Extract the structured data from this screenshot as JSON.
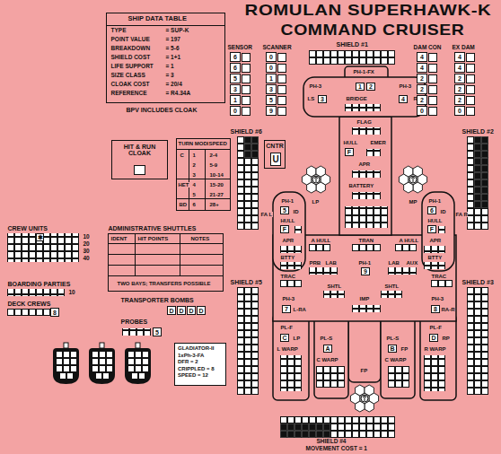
{
  "diagram": {
    "nodes": [
      {
        "text": [
          "HIT & RUN CLOAK"
        ]
      },
      {
        "text": [
          "CNTR"
        ]
      },
      {
        "text": [
          "U"
        ],
        "in": 1
      },
      {
        "text": [
          "6"
        ]
      },
      {
        "text": [
          "6"
        ]
      },
      {
        "text": [
          "5"
        ]
      },
      {
        "text": [
          "3"
        ]
      },
      {
        "text": [
          "1"
        ]
      },
      {
        "text": [
          "0"
        ]
      },
      {
        "text": [
          "0"
        ]
      },
      {
        "text": [
          "0"
        ]
      },
      {
        "text": [
          "1"
        ]
      },
      {
        "text": [
          "3"
        ]
      },
      {
        "text": [
          "5"
        ]
      },
      {
        "text": [
          "9"
        ]
      },
      {
        "text": [
          "4"
        ]
      },
      {
        "text": [
          "4"
        ]
      },
      {
        "text": [
          "2"
        ]
      },
      {
        "text": [
          "2"
        ]
      },
      {
        "text": [
          "2"
        ]
      },
      {
        "text": [
          "0"
        ]
      },
      {
        "text": [
          "4"
        ]
      },
      {
        "text": [
          "4"
        ]
      },
      {
        "text": [
          "2"
        ]
      },
      {
        "text": [
          "2"
        ]
      },
      {
        "text": [
          "2"
        ]
      },
      {
        "text": [
          "0"
        ]
      },
      {
        "text": [
          "✱"
        ]
      },
      {
        "text": [
          "8"
        ]
      },
      {
        "text": [
          "D"
        ]
      },
      {
        "text": [
          "D"
        ]
      },
      {
        "text": [
          "D"
        ]
      },
      {
        "text": [
          "D"
        ]
      },
      {
        "text": [
          "5"
        ]
      },
      {
        "text": [
          "GLADIATOR-II",
          "1xPh-3-FA",
          "DFR = 2",
          "CRIPPLED = 8",
          "SPEED = 12"
        ]
      },
      {
        "text": [
          "1"
        ]
      },
      {
        "text": [
          "2"
        ]
      },
      {
        "text": [
          "3"
        ]
      },
      {
        "text": [
          "4"
        ]
      },
      {
        "text": [
          "F"
        ]
      },
      {
        "text": [
          "5"
        ]
      },
      {
        "text": [
          "6"
        ]
      },
      {
        "text": [
          "F"
        ]
      },
      {
        "text": [
          "F"
        ]
      },
      {
        "text": [
          "9"
        ]
      },
      {
        "text": [
          "7"
        ]
      },
      {
        "text": [
          "8"
        ]
      },
      {
        "text": [
          "C"
        ]
      },
      {
        "text": [
          "D"
        ]
      },
      {
        "text": [
          "A"
        ]
      },
      {
        "text": [
          "B"
        ]
      }
    ],
    "labels": [
      "ROMULAN SUPERHAWK-K",
      "COMMAND CRUISER",
      "SHIP DATA TABLE",
      "TYPE",
      "= SUP-K",
      "POINT VALUE",
      "= 197",
      "BREAKDOWN",
      "= 5-6",
      "SHIELD COST",
      "= 1+1",
      "LIFE SUPPORT",
      "= 1",
      "SIZE CLASS",
      "= 3",
      "CLOAK COST",
      "= 20/4",
      "REFERENCE",
      "= R4.34A",
      "BPV INCLUDES CLOAK",
      "SENSOR",
      "SCANNER",
      "DAM CON",
      "EX DAM",
      "SHIELD #1",
      "TURN MODE",
      "SPEED",
      "C",
      "1",
      "2-4",
      "2",
      "5-9",
      "3",
      "10-14",
      "HET",
      "4",
      "15-20",
      "5",
      "21-27",
      "BD",
      "6",
      "28+",
      "SHIELD #6",
      "SHIELD #2",
      "CREW UNITS",
      "10",
      "20",
      "30",
      "40",
      "ADMINISTRATIVE SHUTTLES",
      "IDENT",
      "HIT POINTS",
      "NOTES",
      "TWO BAYS; TRANSFERS POSSIBLE",
      "BOARDING PARTIES",
      "10",
      "DECK CREWS",
      "TRANSPORTER BOMBS",
      "PROBES",
      "SHIELD #5",
      "SHIELD #3",
      "PH-1-FX",
      "PH-3",
      "PH-3",
      "LS",
      "BRIDGE",
      "RS",
      "FLAG",
      "HULL",
      "EMER",
      "APR",
      "BATTERY",
      "LP",
      "MP",
      "FA L",
      "FA R",
      "PH-1",
      "ID",
      "HULL",
      "APR",
      "BTTY",
      "PH-1",
      "ID",
      "HULL",
      "APR",
      "BTTY",
      "A HULL",
      "TRAN",
      "A HULL",
      "PRB",
      "LAB",
      "PH-1",
      "LAB",
      "AUX",
      "TRAC",
      "TRAC",
      "SHTL",
      "SHTL",
      "IMP",
      "PH-3",
      "L-RA",
      "PH-3",
      "RA-R",
      "PL-F",
      "LP",
      "PL-F",
      "RP",
      "L WARP",
      "R WARP",
      "PL-S",
      "C WARP",
      "PL-S",
      "FP",
      "C WARP",
      "FP",
      "SHIELD #4",
      "MOVEMENT COST = 1"
    ]
  }
}
